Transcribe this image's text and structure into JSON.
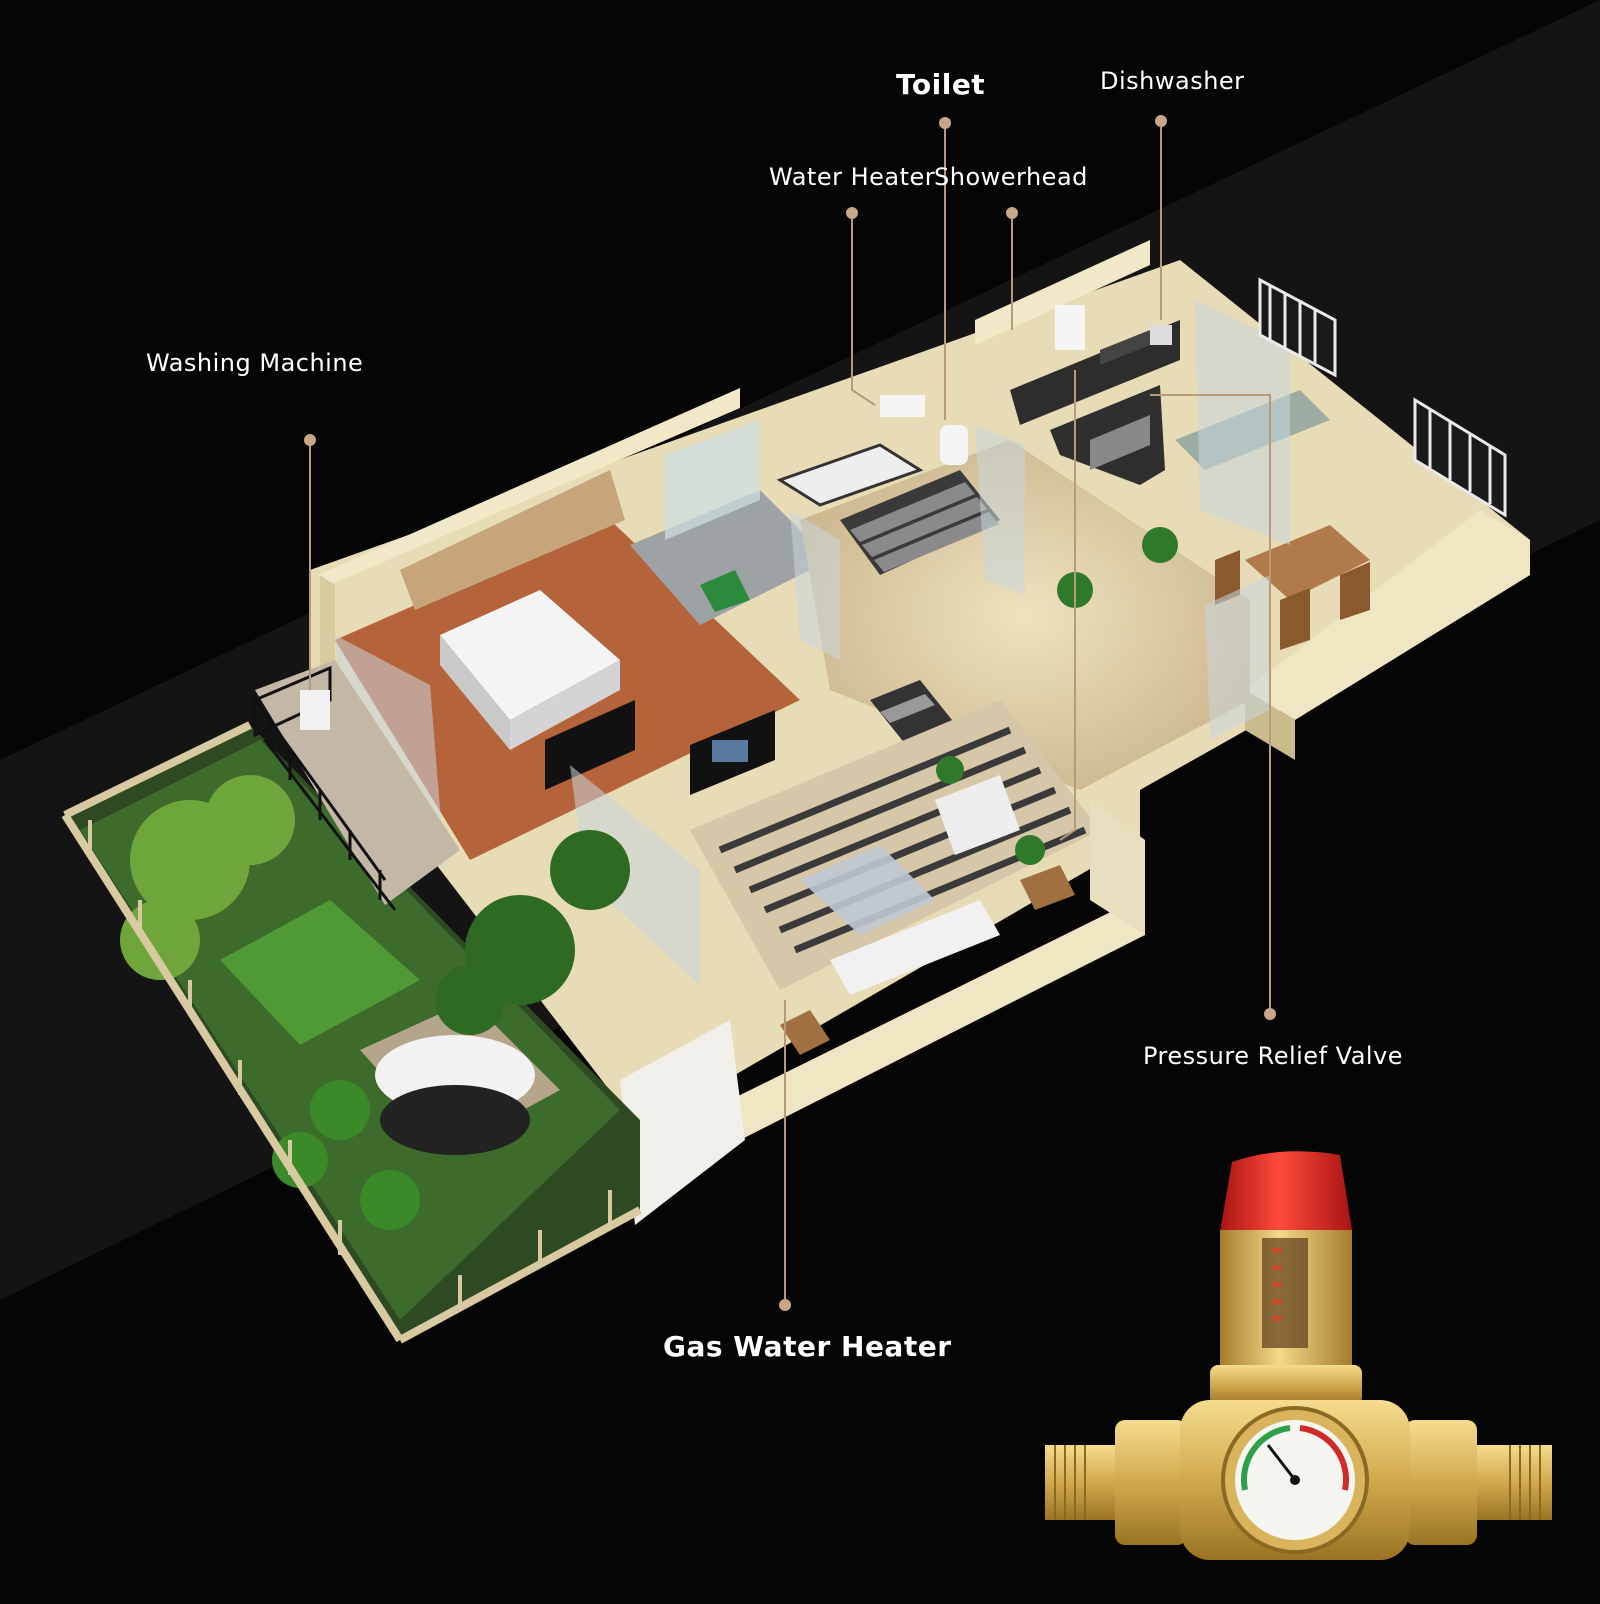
{
  "callouts": {
    "toilet": "Toilet",
    "dishwasher": "Dishwasher",
    "water_heater": "Water Heater",
    "showerhead": "Showerhead",
    "washing_machine": "Washing Machine",
    "pressure_relief_valve": "Pressure Relief Valve",
    "gas_water_heater": "Gas Water Heater"
  },
  "colors": {
    "background": "#050505",
    "label_text": "#ffffff",
    "leader_line": "#b69a7a",
    "wall": "#efe6c4",
    "floor_wood": "#b5633a",
    "floor_marble": "#d8c7a0",
    "valve_brass": "#d9b45c",
    "valve_cap": "#d42424"
  },
  "icons": {
    "house": "isometric-floorplan-illustration",
    "valve": "pressure-reducing-valve-with-gauge"
  }
}
